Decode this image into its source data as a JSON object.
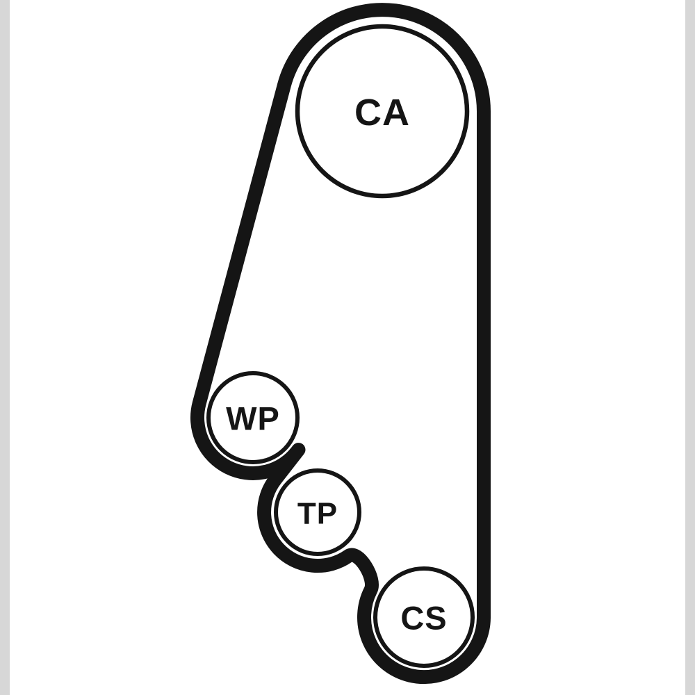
{
  "diagram": {
    "pulleys": [
      {
        "label": "CA"
      },
      {
        "label": "WP"
      },
      {
        "label": "TP"
      },
      {
        "label": "CS"
      }
    ],
    "colors": {
      "belt": "#151515",
      "pulley_outline": "#151515",
      "label_text": "#151515",
      "background": "#ffffff",
      "edge_bars": "#d7d7d7"
    }
  }
}
